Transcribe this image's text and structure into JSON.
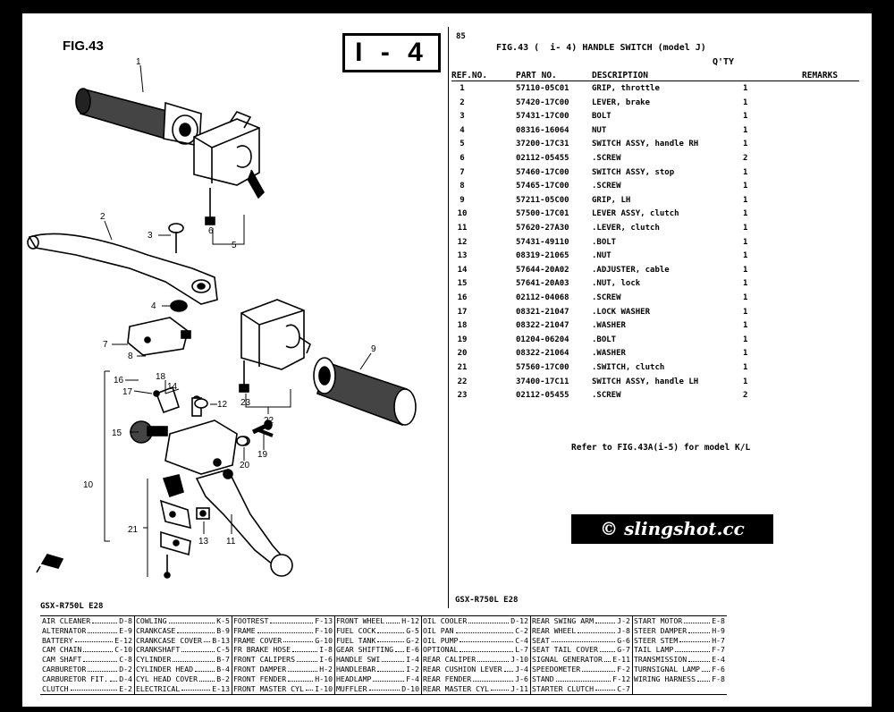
{
  "page": {
    "fig_label": "FIG.43",
    "section_label": "I - 4",
    "page_number": "85",
    "list_title": "FIG.43 (  i- 4) HANDLE SWITCH (model J)",
    "qty_label": "Q'TY",
    "headers": {
      "ref": "REF.NO.",
      "part": "PART NO.",
      "desc": "DESCRIPTION",
      "remarks": "REMARKS"
    },
    "note": "Refer to FIG.43A(i-5) for model K/L",
    "watermark": "© slingshot.cc",
    "model_left": "GSX-R750L E28",
    "model_right": "GSX-R750L E28"
  },
  "parts": [
    {
      "ref": "1",
      "part": "57110-05C01",
      "desc": "GRIP, throttle",
      "qty": "1"
    },
    {
      "ref": "2",
      "part": "57420-17C00",
      "desc": "LEVER, brake",
      "qty": "1"
    },
    {
      "ref": "3",
      "part": "57431-17C00",
      "desc": "BOLT",
      "qty": "1"
    },
    {
      "ref": "4",
      "part": "08316-16064",
      "desc": "NUT",
      "qty": "1"
    },
    {
      "ref": "5",
      "part": "37200-17C31",
      "desc": "SWITCH ASSY, handle RH",
      "qty": "1"
    },
    {
      "ref": "6",
      "part": "02112-05455",
      "desc": ".SCREW",
      "qty": "2"
    },
    {
      "ref": "7",
      "part": "57460-17C00",
      "desc": "SWITCH ASSY, stop",
      "qty": "1"
    },
    {
      "ref": "8",
      "part": "57465-17C00",
      "desc": ".SCREW",
      "qty": "1"
    },
    {
      "ref": "9",
      "part": "57211-05C00",
      "desc": "GRIP, LH",
      "qty": "1"
    },
    {
      "ref": "10",
      "part": "57500-17C01",
      "desc": "LEVER ASSY, clutch",
      "qty": "1"
    },
    {
      "ref": "11",
      "part": "57620-27A30",
      "desc": ".LEVER, clutch",
      "qty": "1"
    },
    {
      "ref": "12",
      "part": "57431-49110",
      "desc": ".BOLT",
      "qty": "1"
    },
    {
      "ref": "13",
      "part": "08319-21065",
      "desc": ".NUT",
      "qty": "1"
    },
    {
      "ref": "14",
      "part": "57644-20A02",
      "desc": ".ADJUSTER, cable",
      "qty": "1"
    },
    {
      "ref": "15",
      "part": "57641-20A03",
      "desc": ".NUT, lock",
      "qty": "1"
    },
    {
      "ref": "16",
      "part": "02112-04068",
      "desc": ".SCREW",
      "qty": "1"
    },
    {
      "ref": "17",
      "part": "08321-21047",
      "desc": ".LOCK WASHER",
      "qty": "1"
    },
    {
      "ref": "18",
      "part": "08322-21047",
      "desc": ".WASHER",
      "qty": "1"
    },
    {
      "ref": "19",
      "part": "01204-06204",
      "desc": ".BOLT",
      "qty": "1"
    },
    {
      "ref": "20",
      "part": "08322-21064",
      "desc": ".WASHER",
      "qty": "1"
    },
    {
      "ref": "21",
      "part": "57560-17C00",
      "desc": ".SWITCH, clutch",
      "qty": "1"
    },
    {
      "ref": "22",
      "part": "37400-17C11",
      "desc": "SWITCH ASSY, handle LH",
      "qty": "1"
    },
    {
      "ref": "23",
      "part": "02112-05455",
      "desc": ".SCREW",
      "qty": "2"
    }
  ],
  "index_columns": [
    [
      {
        "name": "AIR CLEANER",
        "code": "D-8"
      },
      {
        "name": "ALTERNATOR",
        "code": "E-9"
      },
      {
        "name": "BATTERY",
        "code": "E-12"
      },
      {
        "name": "CAM CHAIN",
        "code": "C-10"
      },
      {
        "name": "CAM SHAFT",
        "code": "C-8"
      },
      {
        "name": "CARBURETOR",
        "code": "D-2"
      },
      {
        "name": "CARBURETOR FIT.",
        "code": "D-4"
      },
      {
        "name": "CLUTCH",
        "code": "E-2"
      }
    ],
    [
      {
        "name": "COWLING",
        "code": "K-5"
      },
      {
        "name": "CRANKCASE",
        "code": "B-9"
      },
      {
        "name": "CRANKCASE COVER",
        "code": "B-13"
      },
      {
        "name": "CRANKSHAFT",
        "code": "C-5"
      },
      {
        "name": "CYLINDER",
        "code": "B-7"
      },
      {
        "name": "CYLINDER HEAD",
        "code": "B-4"
      },
      {
        "name": "CYL HEAD COVER",
        "code": "B-2"
      },
      {
        "name": "ELECTRICAL",
        "code": "E-13"
      }
    ],
    [
      {
        "name": "FOOTREST",
        "code": "F-13"
      },
      {
        "name": "FRAME",
        "code": "F-10"
      },
      {
        "name": "FRAME COVER",
        "code": "G-10"
      },
      {
        "name": "FR BRAKE HOSE",
        "code": "I-8"
      },
      {
        "name": "FRONT CALIPERS",
        "code": "I-6"
      },
      {
        "name": "FRONT DAMPER",
        "code": "H-2"
      },
      {
        "name": "FRONT FENDER",
        "code": "H-10"
      },
      {
        "name": "FRONT MASTER CYL",
        "code": "I-10"
      }
    ],
    [
      {
        "name": "FRONT WHEEL",
        "code": "H-12"
      },
      {
        "name": "FUEL COCK",
        "code": "G-5"
      },
      {
        "name": "FUEL TANK",
        "code": "G-2"
      },
      {
        "name": "GEAR SHIFTING",
        "code": "E-6"
      },
      {
        "name": "HANDLE SWI",
        "code": "I-4"
      },
      {
        "name": "HANDLEBAR",
        "code": "I-2"
      },
      {
        "name": "HEADLAMP",
        "code": "F-4"
      },
      {
        "name": "MUFFLER",
        "code": "D-10"
      }
    ],
    [
      {
        "name": "OIL COOLER",
        "code": "D-12"
      },
      {
        "name": "OIL PAN",
        "code": "C-2"
      },
      {
        "name": "OIL PUMP",
        "code": "C-4"
      },
      {
        "name": "OPTIONAL",
        "code": "L-7"
      },
      {
        "name": "REAR CALIPER",
        "code": "J-10"
      },
      {
        "name": "REAR CUSHION LEVER",
        "code": "J-4"
      },
      {
        "name": "REAR FENDER",
        "code": "J-6"
      },
      {
        "name": "REAR MASTER CYL",
        "code": "J-11"
      }
    ],
    [
      {
        "name": "REAR SWING ARM",
        "code": "J-2"
      },
      {
        "name": "REAR WHEEL",
        "code": "J-8"
      },
      {
        "name": "SEAT",
        "code": "G-6"
      },
      {
        "name": "SEAT TAIL COVER",
        "code": "G-7"
      },
      {
        "name": "SIGNAL GENERATOR",
        "code": "E-11"
      },
      {
        "name": "SPEEDOMETER",
        "code": "F-2"
      },
      {
        "name": "STAND",
        "code": "F-12"
      },
      {
        "name": "STARTER CLUTCH",
        "code": "C-7"
      }
    ],
    [
      {
        "name": "START MOTOR",
        "code": "E-8"
      },
      {
        "name": "STEER DAMPER",
        "code": "H-9"
      },
      {
        "name": "STEER STEM",
        "code": "H-7"
      },
      {
        "name": "TAIL LAMP",
        "code": "F-7"
      },
      {
        "name": "TRANSMISSION",
        "code": "E-4"
      },
      {
        "name": "TURNSIGNAL LAMP",
        "code": "F-6"
      },
      {
        "name": "WIRING HARNESS",
        "code": "F-8"
      }
    ]
  ],
  "callouts": [
    "1",
    "2",
    "3",
    "4",
    "5",
    "6",
    "7",
    "8",
    "9",
    "10",
    "11",
    "12",
    "13",
    "14",
    "15",
    "16",
    "17",
    "18",
    "19",
    "20",
    "21",
    "22",
    "23"
  ]
}
